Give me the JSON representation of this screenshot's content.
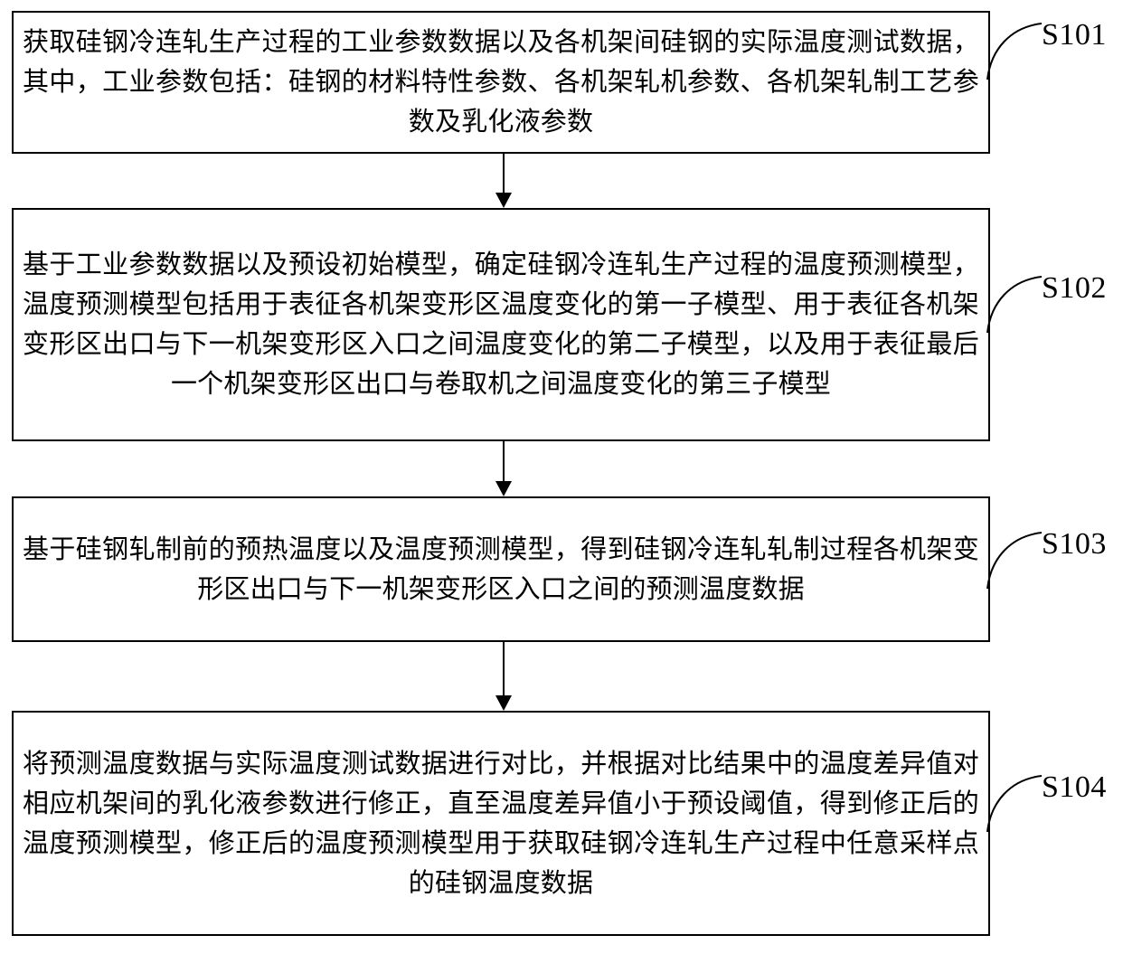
{
  "diagram": {
    "type": "flowchart",
    "orientation": "vertical",
    "background_color": "#ffffff",
    "line_color": "#000000",
    "steps": [
      {
        "id": "S101",
        "label": "S101",
        "text": "获取硅钢冷连轧生产过程的工业参数数据以及各机架间硅钢的实际温度测试数据，其中，工业参数包括：硅钢的材料特性参数、各机架轧机参数、各机架轧制工艺参数及乳化液参数"
      },
      {
        "id": "S102",
        "label": "S102",
        "text": "基于工业参数数据以及预设初始模型，确定硅钢冷连轧生产过程的温度预测模型，温度预测模型包括用于表征各机架变形区温度变化的第一子模型、用于表征各机架变形区出口与下一机架变形区入口之间温度变化的第二子模型，以及用于表征最后一个机架变形区出口与卷取机之间温度变化的第三子模型"
      },
      {
        "id": "S103",
        "label": "S103",
        "text": "基于硅钢轧制前的预热温度以及温度预测模型，得到硅钢冷连轧轧制过程各机架变形区出口与下一机架变形区入口之间的预测温度数据"
      },
      {
        "id": "S104",
        "label": "S104",
        "text": "将预测温度数据与实际温度测试数据进行对比，并根据对比结果中的温度差异值对相应机架间的乳化液参数进行修正，直至温度差异值小于预设阈值，得到修正后的温度预测模型，修正后的温度预测模型用于获取硅钢冷连轧生产过程中任意采样点的硅钢温度数据"
      }
    ],
    "connectors": [
      {
        "from": "S101",
        "to": "S102",
        "style": "solid-arrow-down"
      },
      {
        "from": "S102",
        "to": "S103",
        "style": "solid-arrow-down"
      },
      {
        "from": "S103",
        "to": "S104",
        "style": "solid-arrow-down"
      }
    ]
  }
}
